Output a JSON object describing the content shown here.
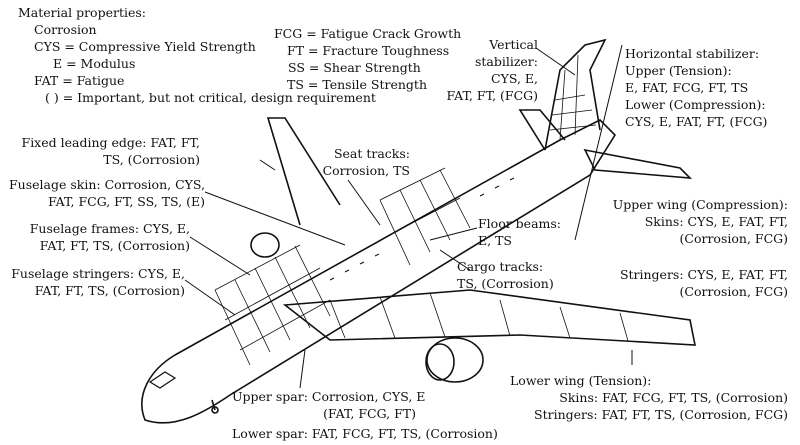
{
  "legend_left": {
    "title": "Material properties:",
    "lines": [
      "Corrosion",
      "CYS = Compressive Yield Strength",
      "E = Modulus",
      "FAT = Fatigue",
      "( ) = Important, but not critical, design requirement"
    ]
  },
  "legend_right": {
    "lines": [
      "FCG = Fatigue Crack Growth",
      "FT = Fracture Toughness",
      "SS = Shear Strength",
      "TS = Tensile Strength"
    ]
  },
  "labels": {
    "vertical_stabilizer": [
      "Vertical",
      "stabilizer:",
      "CYS, E,",
      "FAT, FT, (FCG)"
    ],
    "horizontal_stabilizer": [
      "Horizontal stabilizer:",
      "Upper (Tension):",
      "E, FAT, FCG, FT, TS",
      "Lower (Compression):",
      "CYS, E, FAT, FT, (FCG)"
    ],
    "fixed_leading_edge": [
      "Fixed leading edge: FAT, FT,",
      "TS, (Corrosion)"
    ],
    "seat_tracks": [
      "Seat tracks:",
      "Corrosion, TS"
    ],
    "fuselage_skin": [
      "Fuselage skin: Corrosion, CYS,",
      "FAT, FCG, FT, SS, TS, (E)"
    ],
    "floor_beams": [
      "Floor beams:",
      "E, TS"
    ],
    "upper_wing": [
      "Upper wing (Compression):",
      "Skins: CYS, E, FAT, FT,",
      "(Corrosion, FCG)"
    ],
    "fuselage_frames": [
      "Fuselage frames: CYS, E,",
      "FAT, FT, TS, (Corrosion)"
    ],
    "cargo_tracks": [
      "Cargo tracks:",
      "TS, (Corrosion)"
    ],
    "fuselage_stringers": [
      "Fuselage stringers: CYS, E,",
      "FAT, FT, TS, (Corrosion)"
    ],
    "upper_wing_stringers": [
      "Stringers: CYS, E, FAT, FT,",
      "(Corrosion, FCG)"
    ],
    "lower_wing": [
      "Lower wing (Tension):",
      "Skins: FAT, FCG, FT, TS, (Corrosion)",
      "Stringers: FAT, FT, TS, (Corrosion, FCG)"
    ],
    "upper_spar": [
      "Upper spar: Corrosion, CYS, E",
      "(FAT, FCG, FT)"
    ],
    "lower_spar": [
      "Lower spar: FAT, FCG, FT, TS, (Corrosion)"
    ]
  }
}
